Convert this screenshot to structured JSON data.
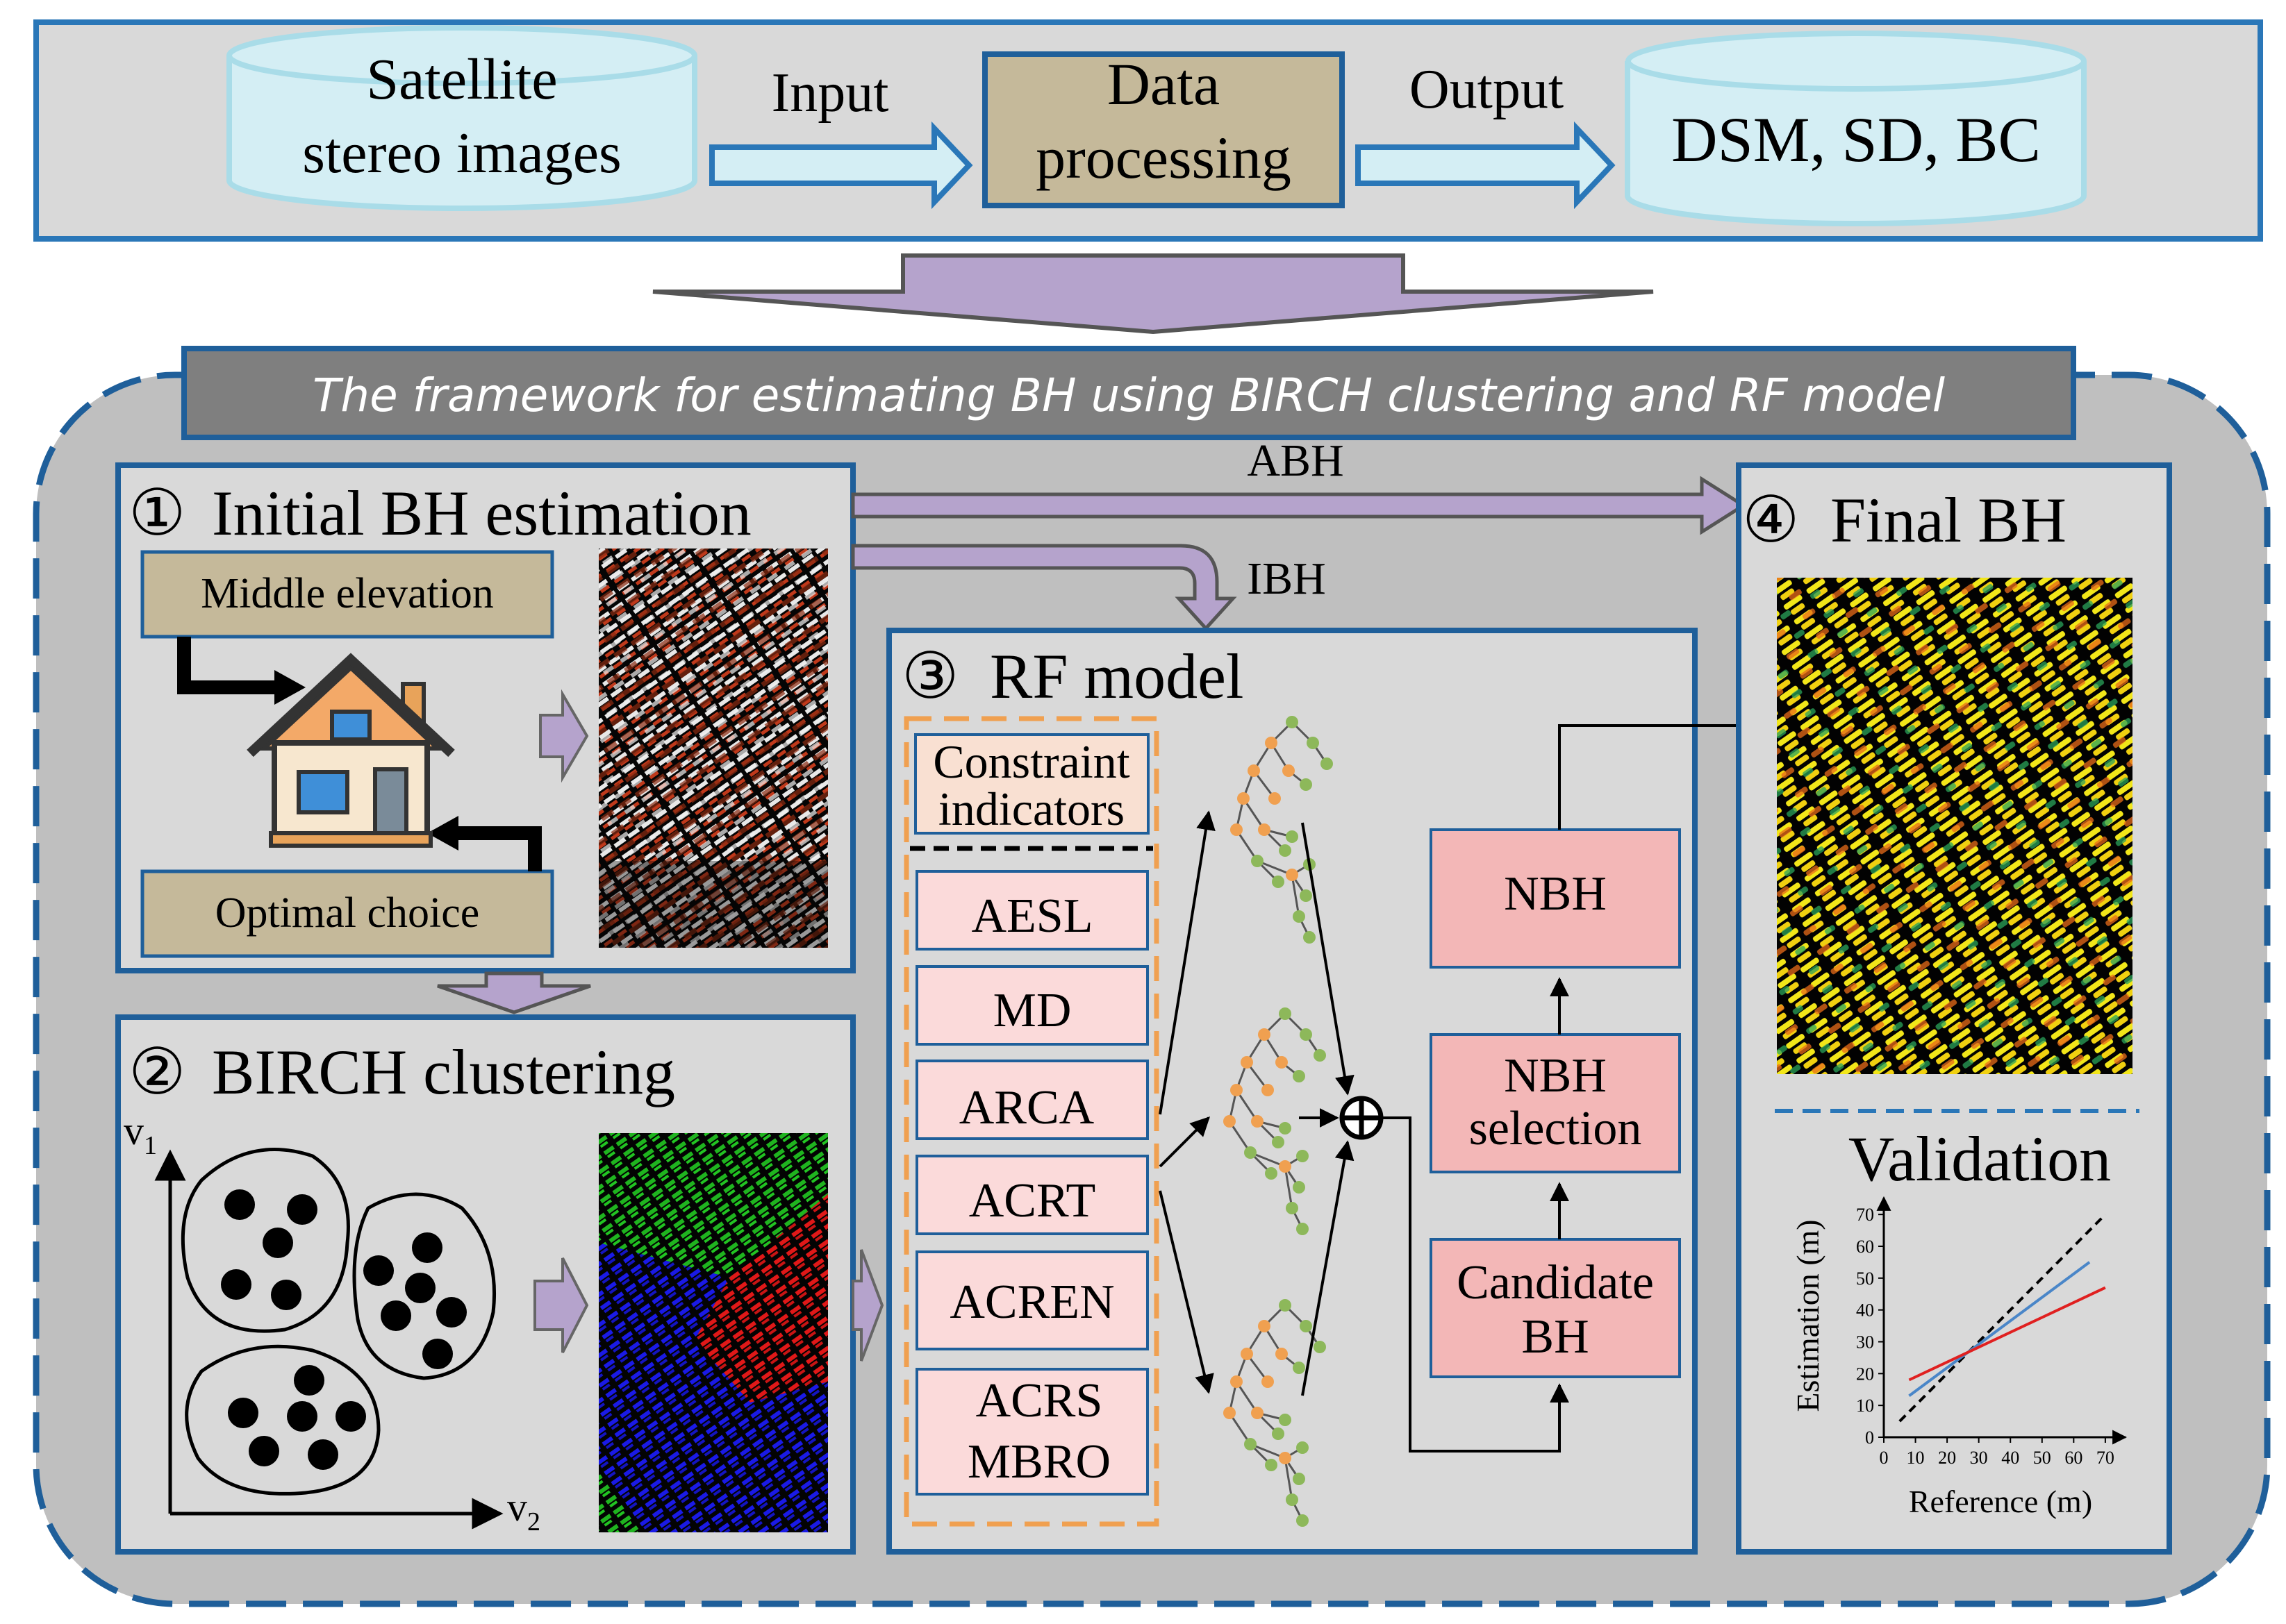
{
  "top": {
    "satellite": [
      "Satellite",
      "stereo images"
    ],
    "input_label": "Input",
    "processing": [
      "Data",
      "processing"
    ],
    "output_label": "Output",
    "products": "DSM, SD, BC"
  },
  "framework_title": "The framework for estimating BH using BIRCH clustering and RF model",
  "panel1": {
    "number": "①",
    "title": "Initial BH estimation",
    "middle_elevation": "Middle elevation",
    "optimal_choice": "Optimal choice"
  },
  "flow": {
    "abh": "ABH",
    "ibh": "IBH"
  },
  "panel2": {
    "number": "②",
    "title": "BIRCH clustering",
    "axis_v1": "v",
    "axis_v1_sub": "1",
    "axis_v2": "v",
    "axis_v2_sub": "2"
  },
  "panel3": {
    "number": "③",
    "title": "RF model",
    "constraint": [
      "Constraint",
      "indicators"
    ],
    "indicators": [
      "AESL",
      "MD",
      "ARCA",
      "ACRT",
      "ACREN",
      [
        "ACRS",
        "MBRO"
      ]
    ],
    "candidate": [
      "Candidate",
      "BH"
    ],
    "selection": [
      "NBH",
      "selection"
    ],
    "nbh": "NBH"
  },
  "panel4": {
    "number": "④",
    "title": "Final BH",
    "validation": "Validation"
  },
  "chart_data": {
    "type": "line",
    "xlabel": "Reference (m)",
    "ylabel": "Estimation (m)",
    "xticks": [
      0,
      10,
      20,
      30,
      40,
      50,
      60,
      70
    ],
    "yticks": [
      0,
      10,
      20,
      30,
      40,
      50,
      60,
      70
    ],
    "xlim": [
      0,
      72
    ],
    "ylim": [
      0,
      72
    ],
    "series": [
      {
        "color": "#000000",
        "style": "dashed",
        "x": [
          5,
          70
        ],
        "y": [
          5,
          70
        ]
      },
      {
        "color": "#4a86c8",
        "style": "solid",
        "x": [
          8,
          65
        ],
        "y": [
          13,
          55
        ]
      },
      {
        "color": "#e02020",
        "style": "solid",
        "x": [
          8,
          70
        ],
        "y": [
          18,
          47
        ]
      }
    ]
  },
  "colors": {
    "outer_border": "#1f5f9a",
    "light_blue_fill": "#d4eef4",
    "tan": "#c5b99a",
    "pink": "#f3b7b7",
    "light_pink": "#fbdada",
    "purple_arrow": "#b5a3cc",
    "orange_dash": "#f0a050"
  }
}
